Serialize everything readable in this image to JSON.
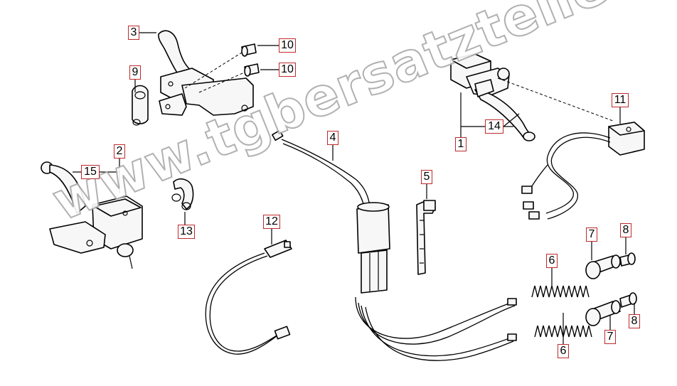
{
  "watermark": "www.tgbersatzteile.de",
  "callouts": [
    {
      "id": "c3",
      "label": "3"
    },
    {
      "id": "c10a",
      "label": "10"
    },
    {
      "id": "c10b",
      "label": "10"
    },
    {
      "id": "c9",
      "label": "9"
    },
    {
      "id": "c2",
      "label": "2"
    },
    {
      "id": "c15",
      "label": "15"
    },
    {
      "id": "c13",
      "label": "13"
    },
    {
      "id": "c4",
      "label": "4"
    },
    {
      "id": "c12",
      "label": "12"
    },
    {
      "id": "c5",
      "label": "5"
    },
    {
      "id": "c14",
      "label": "14"
    },
    {
      "id": "c1",
      "label": "1"
    },
    {
      "id": "c11",
      "label": "11"
    },
    {
      "id": "c7a",
      "label": "7"
    },
    {
      "id": "c8a",
      "label": "8"
    },
    {
      "id": "c6a",
      "label": "6"
    },
    {
      "id": "c8b",
      "label": "8"
    },
    {
      "id": "c6b",
      "label": "6"
    },
    {
      "id": "c7b",
      "label": "7"
    }
  ],
  "colors": {
    "callout_border": "#c0292b",
    "line": "#000000",
    "watermark_outline": "#a9a9a9"
  }
}
